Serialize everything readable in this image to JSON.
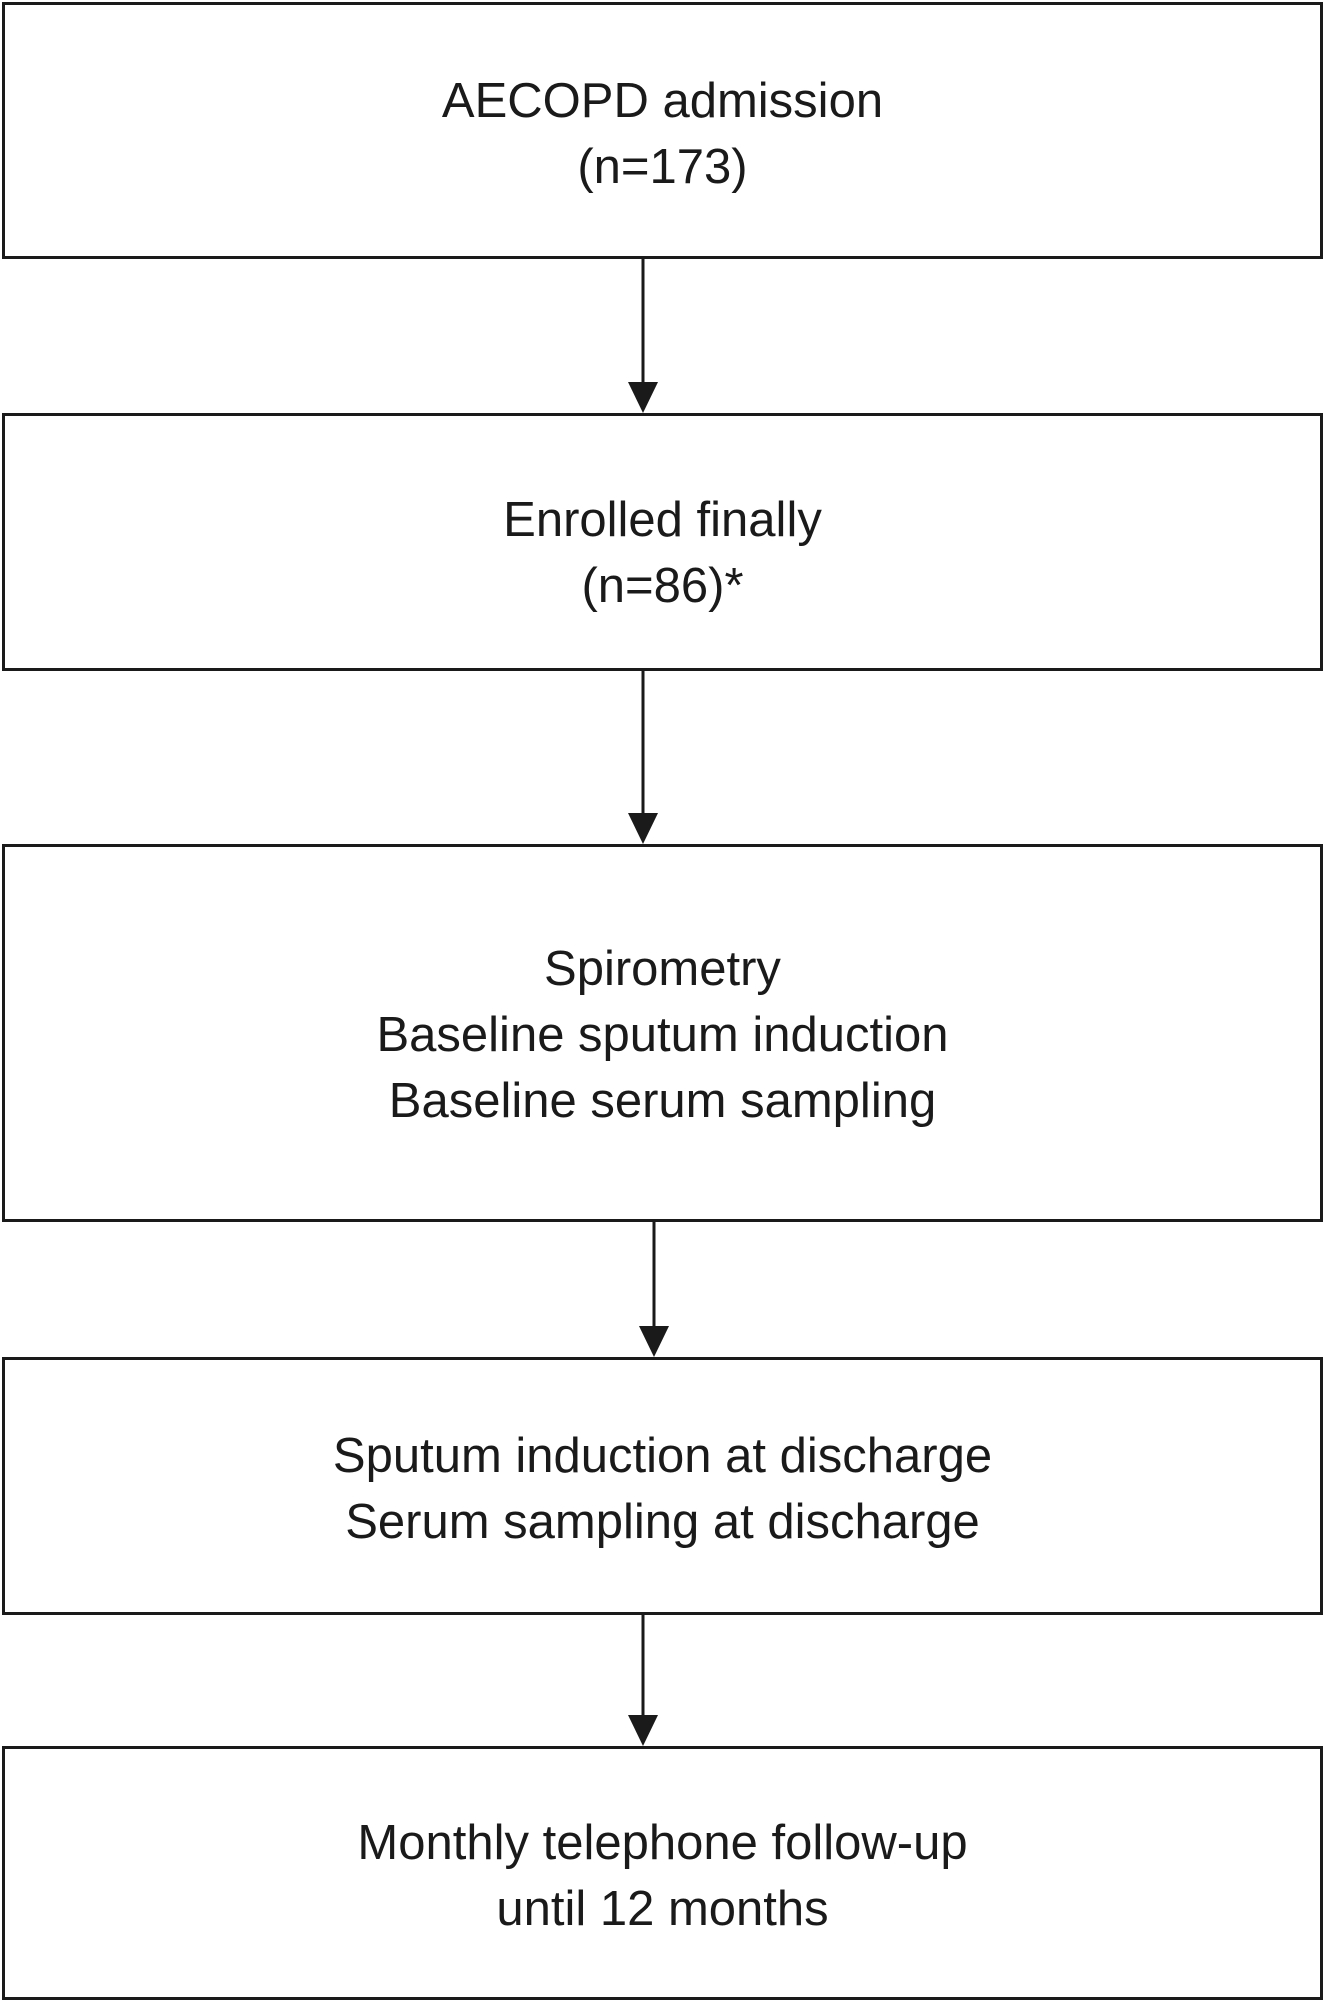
{
  "flowchart": {
    "steps": [
      {
        "lines": [
          "AECOPD admission",
          "(n=173)"
        ]
      },
      {
        "lines": [
          "Enrolled finally",
          "(n=86)*"
        ]
      },
      {
        "lines": [
          "Spirometry",
          "Baseline sputum induction",
          "Baseline serum sampling"
        ]
      },
      {
        "lines": [
          "Sputum induction at discharge",
          "Serum sampling at discharge"
        ]
      },
      {
        "lines": [
          "Monthly telephone follow-up",
          "until 12 months"
        ]
      }
    ],
    "line_color": "#1a1a1a"
  }
}
